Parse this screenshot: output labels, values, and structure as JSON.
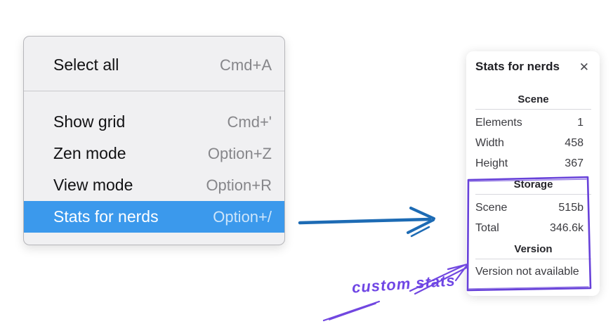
{
  "menu": {
    "items": [
      {
        "label": "Select all",
        "shortcut": "Cmd+A"
      },
      {
        "label": "Show grid",
        "shortcut": "Cmd+'"
      },
      {
        "label": "Zen mode",
        "shortcut": "Option+Z"
      },
      {
        "label": "View mode",
        "shortcut": "Option+R"
      },
      {
        "label": "Stats for nerds",
        "shortcut": "Option+/",
        "highlighted": true
      }
    ]
  },
  "stats_panel": {
    "title": "Stats for nerds",
    "close_icon": "✕",
    "sections": [
      {
        "title": "Scene",
        "rows": [
          {
            "label": "Elements",
            "value": "1"
          },
          {
            "label": "Width",
            "value": "458"
          },
          {
            "label": "Height",
            "value": "367"
          }
        ]
      },
      {
        "title": "Storage",
        "rows": [
          {
            "label": "Scene",
            "value": "515b"
          },
          {
            "label": "Total",
            "value": "346.6k"
          }
        ]
      },
      {
        "title": "Version",
        "message": "Version not available"
      }
    ]
  },
  "annotation": {
    "label": "custom stats"
  },
  "colors": {
    "menu_highlight": "#3b99ec",
    "menu_background": "#f0f0f2",
    "arrow_blue": "#1d6bb4",
    "annotation_purple": "#7147e0",
    "box_purple": "#6741d9"
  }
}
